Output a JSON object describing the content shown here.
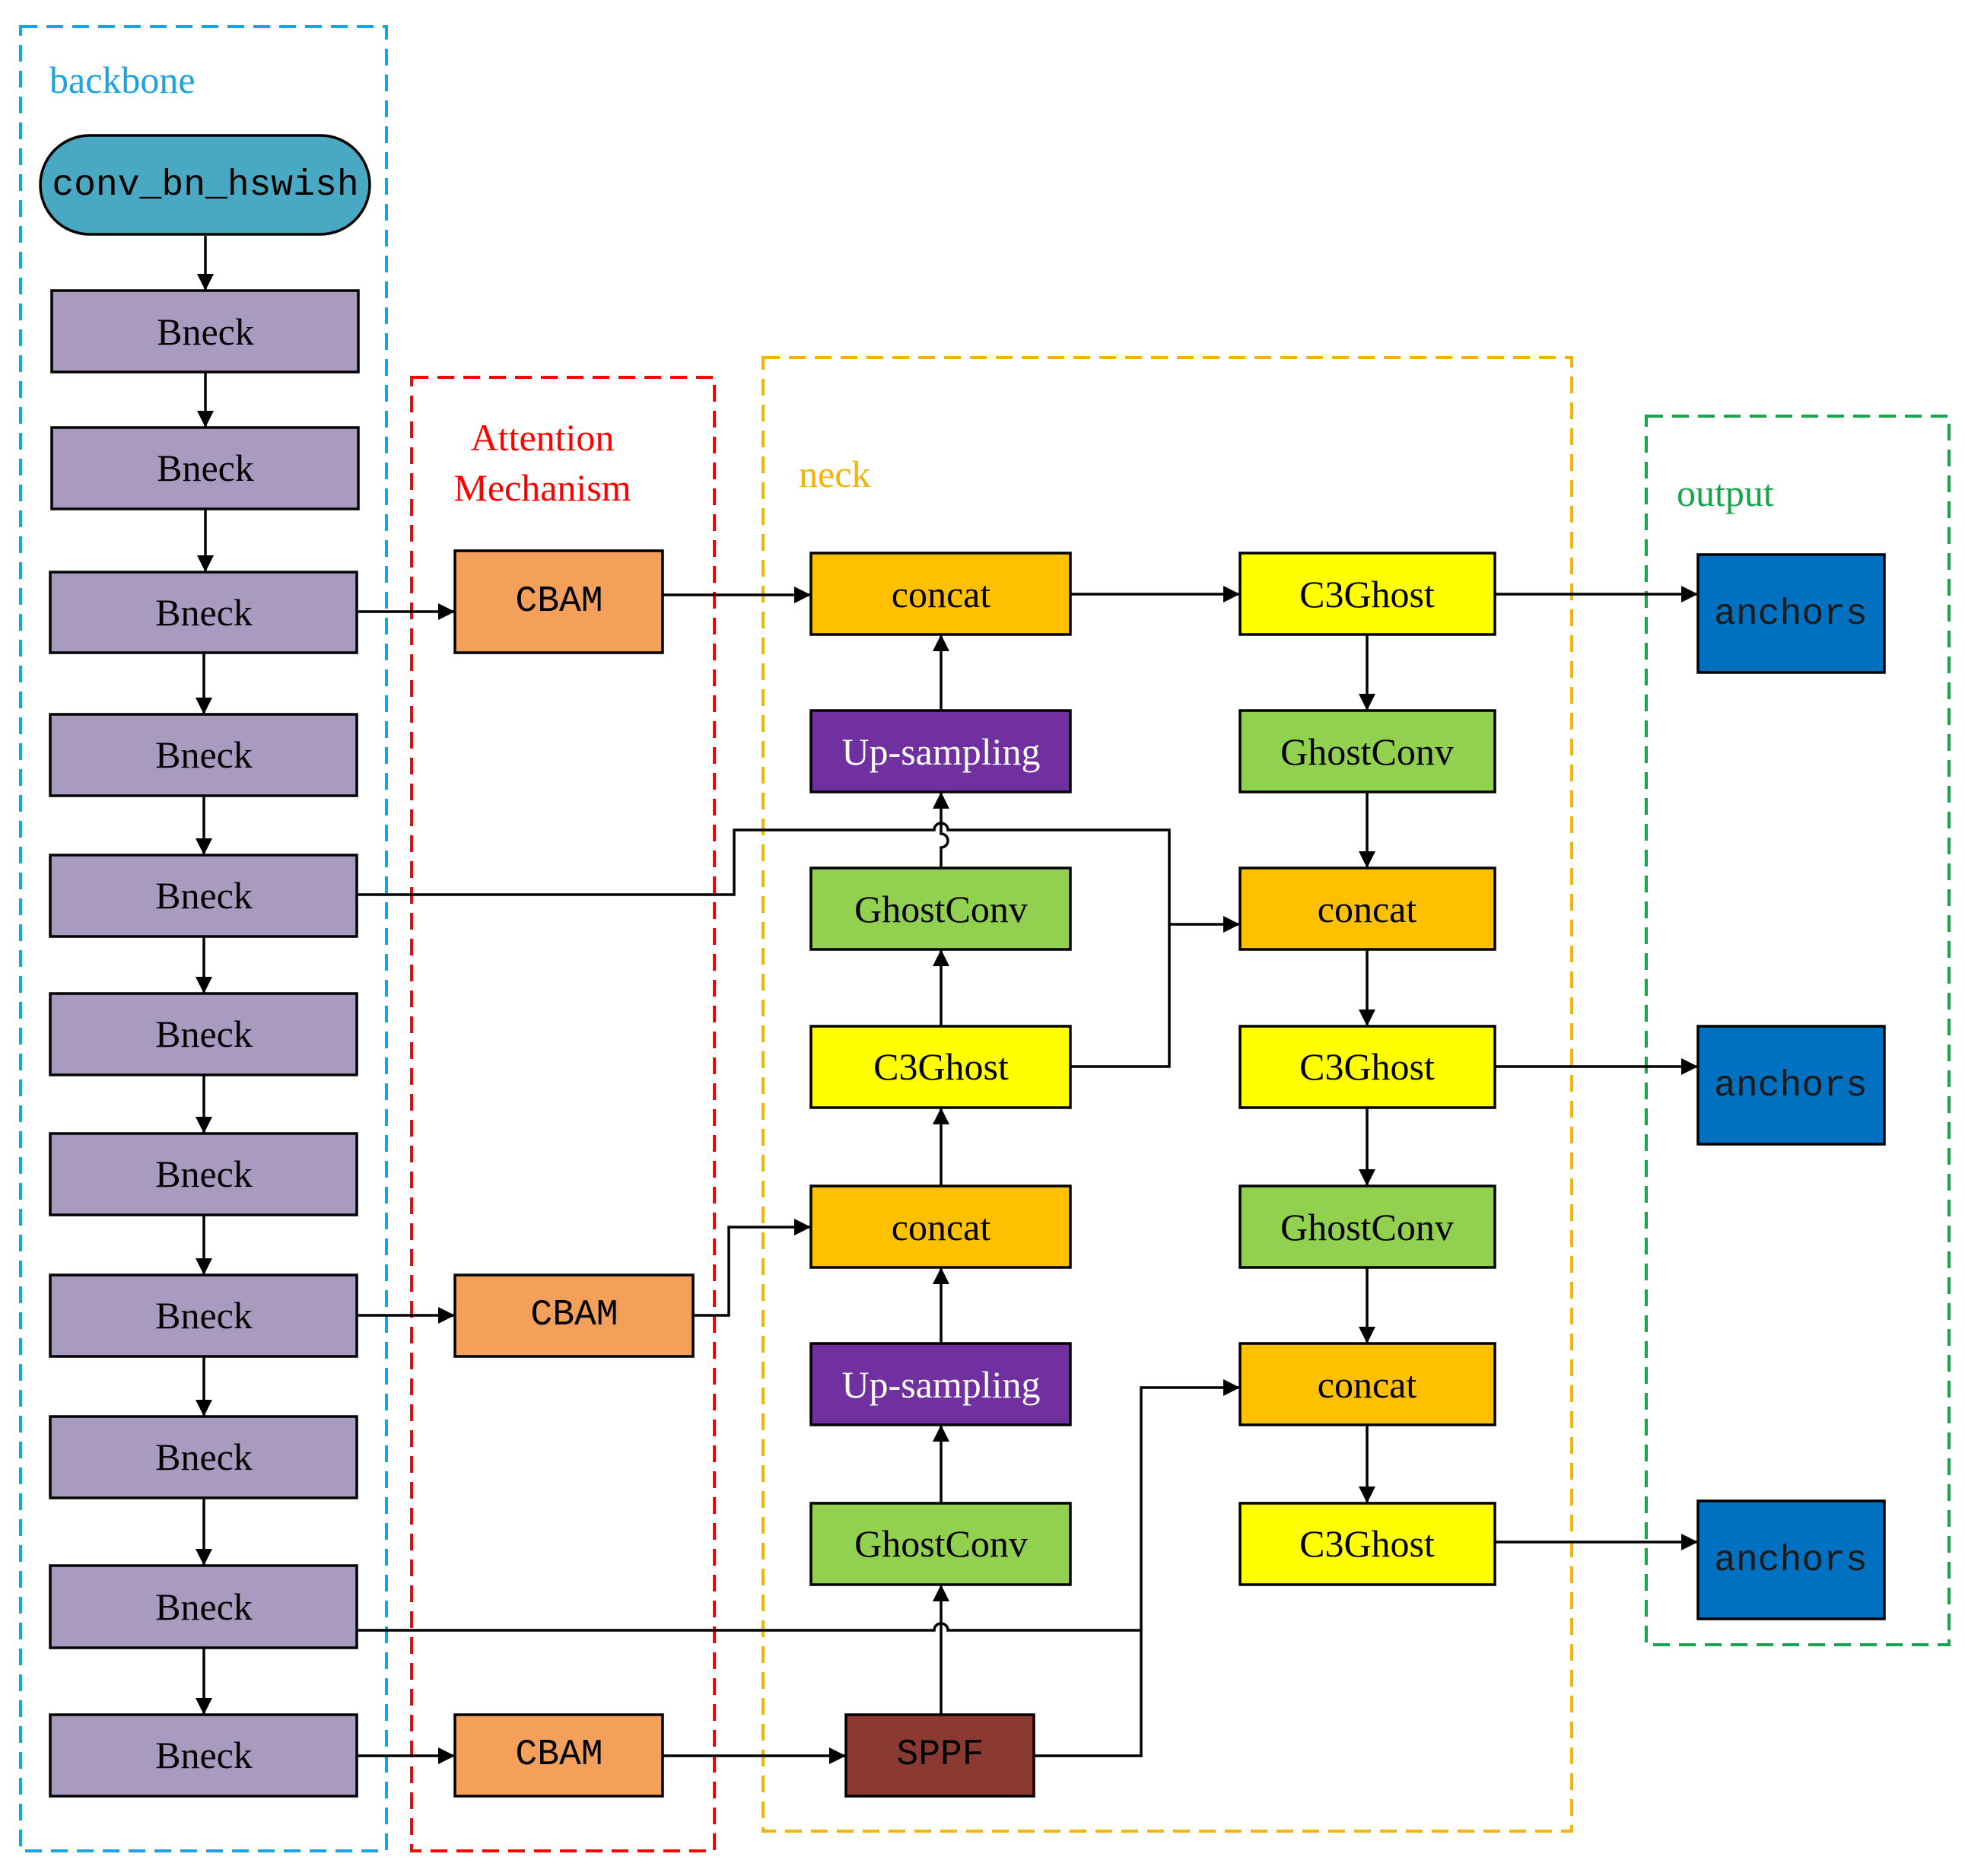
{
  "groups": {
    "backbone": {
      "label": "backbone",
      "color": "#1aa3de"
    },
    "attention": {
      "label_line1": "Attention",
      "label_line2": "Mechanism",
      "color": "#ff0000"
    },
    "neck": {
      "label": "neck",
      "color": "#f4b400"
    },
    "output": {
      "label": "output",
      "color": "#1aa34a"
    }
  },
  "colors": {
    "stem": "#4aa9c2",
    "bneck": "#a99bc0",
    "cbam": "#f4a05a",
    "concat": "#ffc000",
    "c3ghost": "#ffff00",
    "ghostconv": "#92d050",
    "upsampling": "#7030a0",
    "sppf": "#8b3a32",
    "anchors": "#0070c0"
  },
  "nodes": {
    "stem": "conv_bn_hswish",
    "bneck_1": "Bneck",
    "bneck_2": "Bneck",
    "bneck_3": "Bneck",
    "bneck_4": "Bneck",
    "bneck_5": "Bneck",
    "bneck_6": "Bneck",
    "bneck_7": "Bneck",
    "bneck_8": "Bneck",
    "bneck_9": "Bneck",
    "bneck_10": "Bneck",
    "bneck_11": "Bneck",
    "cbam_1": "CBAM",
    "cbam_2": "CBAM",
    "cbam_3": "CBAM",
    "concat_1": "concat",
    "upsampling_1": "Up-sampling",
    "ghostconv_1": "GhostConv",
    "c3ghost_1": "C3Ghost",
    "concat_2": "concat",
    "upsampling_2": "Up-sampling",
    "ghostconv_2": "GhostConv",
    "sppf": "SPPF",
    "c3ghost_2": "C3Ghost",
    "ghostconv_3": "GhostConv",
    "concat_3": "concat",
    "c3ghost_3": "C3Ghost",
    "ghostconv_4": "GhostConv",
    "concat_4": "concat",
    "c3ghost_4": "C3Ghost",
    "anchors_1": "anchors",
    "anchors_2": "anchors",
    "anchors_3": "anchors"
  }
}
